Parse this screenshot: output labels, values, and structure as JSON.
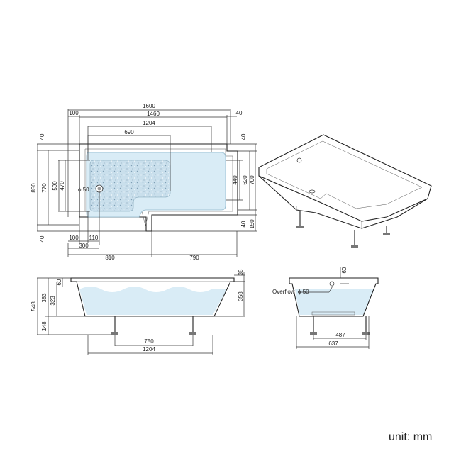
{
  "unit_label": "unit: mm",
  "colors": {
    "water": "#d6eaf4",
    "line": "#222222"
  },
  "plan": {
    "top": {
      "overall": "1600",
      "left_rim": "100",
      "inner": "1460",
      "right_rim": "40",
      "basin": "1204",
      "recess": "690"
    },
    "left": {
      "top_rim": "40",
      "overall": "850",
      "h770": "770",
      "h590": "590",
      "h470": "470",
      "drain_dia": "ϕ 50",
      "bottom_rim": "40"
    },
    "right": {
      "top_rim": "40",
      "h440": "440",
      "h620": "620",
      "h700": "700",
      "bottom_rim": "40",
      "h150": "150"
    },
    "bottom": {
      "a100": "100",
      "a110": "110",
      "a300": "300",
      "w810": "810",
      "w790": "790"
    }
  },
  "side": {
    "h548": "548",
    "h383": "383",
    "h323": "323",
    "h60": "60",
    "h148": "148",
    "h38": "38",
    "h358": "358",
    "feet": "750",
    "base": "1204"
  },
  "end": {
    "top": "60",
    "overflow": "Overflow",
    "overflow_dia": "ϕ 50",
    "feet": "487",
    "base": "637"
  }
}
